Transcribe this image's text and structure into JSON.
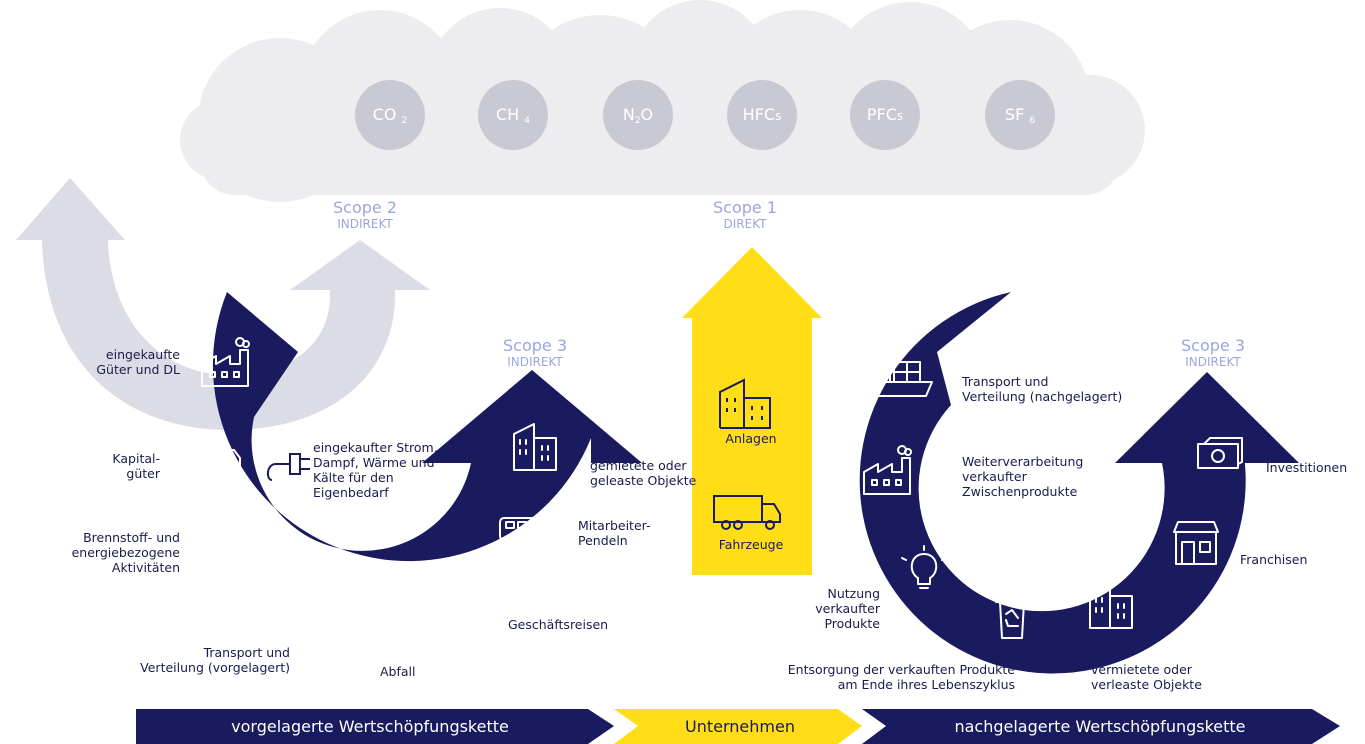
{
  "gases": [
    {
      "base": "CO",
      "sub": "2"
    },
    {
      "base": "CH",
      "sub": "4"
    },
    {
      "base": "N",
      "sub": "2",
      "tail": "O"
    },
    {
      "base": "HFC",
      "sub": "",
      "tail": "s",
      "small_tail": true
    },
    {
      "base": "PFC",
      "sub": "",
      "tail": "s",
      "small_tail": true
    },
    {
      "base": "SF",
      "sub": "6"
    }
  ],
  "scopes": {
    "scope2": {
      "title": "Scope 2",
      "subtitle": "INDIREKT"
    },
    "scope1": {
      "title": "Scope 1",
      "subtitle": "DIREKT"
    },
    "scope3_left": {
      "title": "Scope 3",
      "subtitle": "INDIREKT"
    },
    "scope3_right": {
      "title": "Scope 3",
      "subtitle": "INDIREKT"
    }
  },
  "upstream": {
    "purchased_goods": "eingekaufte\nGüter und DL",
    "capital_goods": "Kapital-\ngüter",
    "fuel_energy": "Brennstoff- und\nenergiebezogene\nAktivitäten",
    "transport": "Transport und\nVerteilung (vorgelagert)",
    "waste": "Abfall",
    "business_travel": "Geschäftsreisen",
    "commuting": "Mitarbeiter-\nPendeln",
    "leased_assets": "gemietete oder\ngeleaste Objekte",
    "purchased_energy": "eingekaufter Strom,\nDampf, Wärme und\nKälte für den\nEigenbedarf"
  },
  "company": {
    "facilities": "Anlagen",
    "vehicles": "Fahrzeuge"
  },
  "downstream": {
    "transport": "Transport und\nVerteilung (nachgelagert)",
    "processing": "Weiterverarbeitung\nverkaufter\nZwischenprodukte",
    "use": "Nutzung\nverkaufter\nProdukte",
    "end_of_life": "Entsorgung der verkauften Produkte\nam Ende ihres Lebenszyklus",
    "leased_assets": "vermietete oder\nverleaste Objekte",
    "franchises": "Franchisen",
    "investments": "Investitionen"
  },
  "bottom_band": {
    "upstream": "vorgelagerte Wertschöpfungskette",
    "company": "Unternehmen",
    "downstream": "nachgelagerte Wertschöpfungskette"
  },
  "colors": {
    "navy": "#1a1a5e",
    "yellow": "#ffde17",
    "light_lavender": "#dcdce6",
    "cloud": "#ededf0",
    "gas_circle": "#c9c9d3",
    "scope_text": "#9ba6e0"
  }
}
